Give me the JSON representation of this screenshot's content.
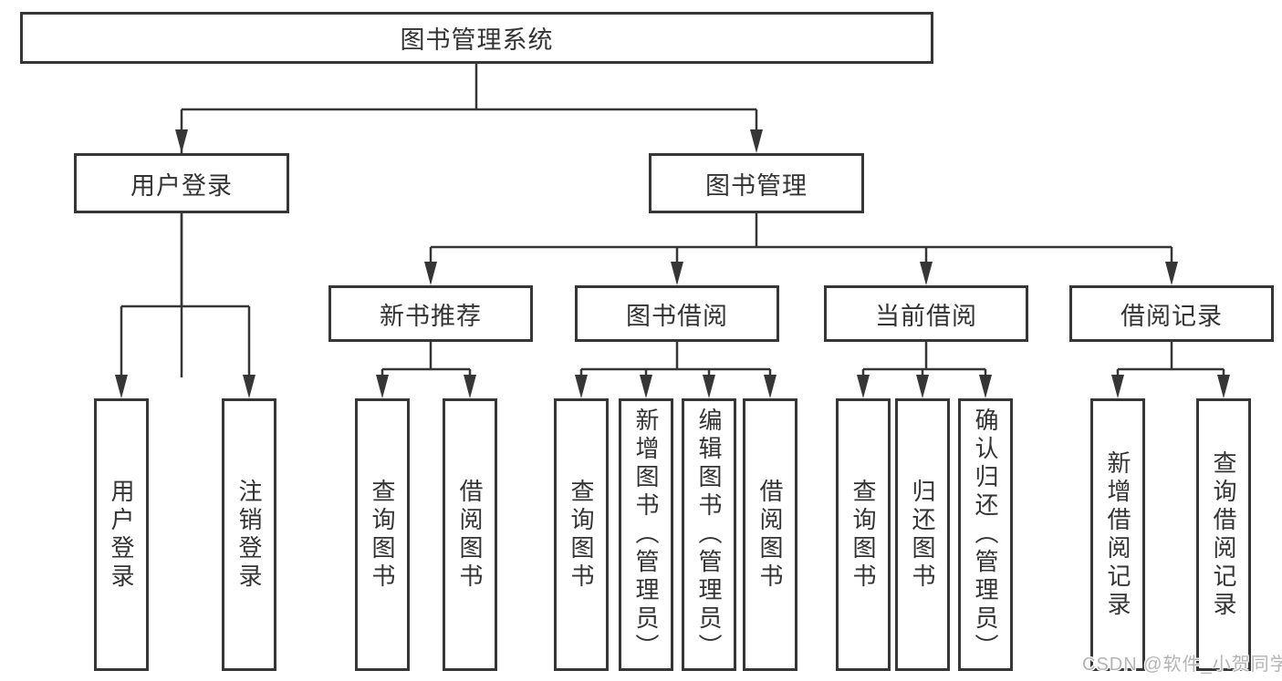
{
  "diagram": {
    "root": {
      "label": "图书管理系统"
    },
    "branches": {
      "user": {
        "label": "用户登录",
        "children": [
          {
            "label": "用户登录"
          },
          {
            "label": "注销登录"
          }
        ]
      },
      "management": {
        "label": "图书管理",
        "modules": [
          {
            "label": "新书推荐",
            "children": [
              {
                "label": "查询图书"
              },
              {
                "label": "借阅图书"
              }
            ]
          },
          {
            "label": "图书借阅",
            "children": [
              {
                "label": "查询图书"
              },
              {
                "label": "新增图书（管理员）"
              },
              {
                "label": "编辑图书（管理员）"
              },
              {
                "label": "借阅图书"
              }
            ]
          },
          {
            "label": "当前借阅",
            "children": [
              {
                "label": "查询图书"
              },
              {
                "label": "归还图书"
              },
              {
                "label": "确认归还（管理员）"
              }
            ]
          },
          {
            "label": "借阅记录",
            "children": [
              {
                "label": "新增借阅记录"
              },
              {
                "label": "查询借阅记录"
              }
            ]
          }
        ]
      }
    }
  },
  "watermark": {
    "text": "CSDN @软件_小贺同学"
  },
  "colors": {
    "line": "#363636",
    "box_border": "#363636",
    "text": "#333333",
    "watermark": "#b4b4b4",
    "background": "#ffffff"
  }
}
